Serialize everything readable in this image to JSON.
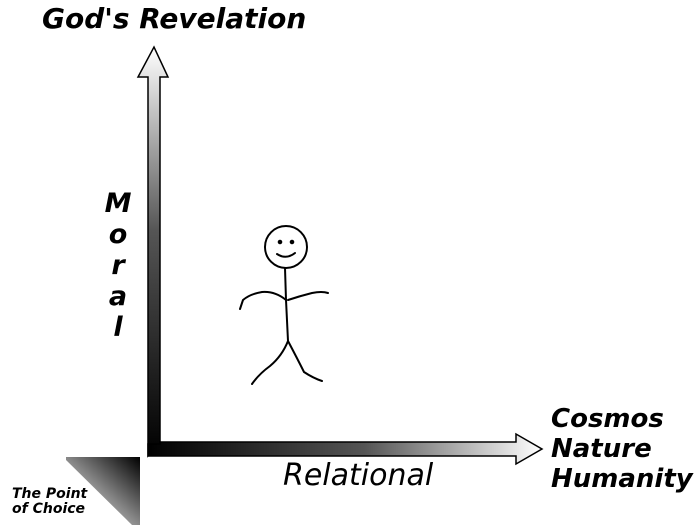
{
  "title": "God's Revelation",
  "vertical_axis_label": "Moral",
  "horizontal_axis_label": "Relational",
  "right_label_lines": [
    "Cosmos",
    "Nature",
    "Humanity"
  ],
  "corner_label_lines": [
    "The Point",
    "of Choice"
  ],
  "figure": "stick-figure",
  "colors": {
    "ink": "#000000",
    "fade": "#ffffff",
    "background": "#ffffff"
  }
}
